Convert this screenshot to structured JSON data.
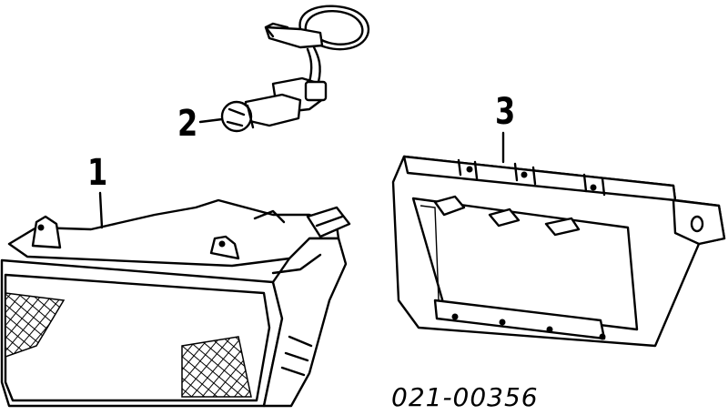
{
  "callouts": {
    "one": "1",
    "two": "2",
    "three": "3"
  },
  "part_number": "021-00356"
}
